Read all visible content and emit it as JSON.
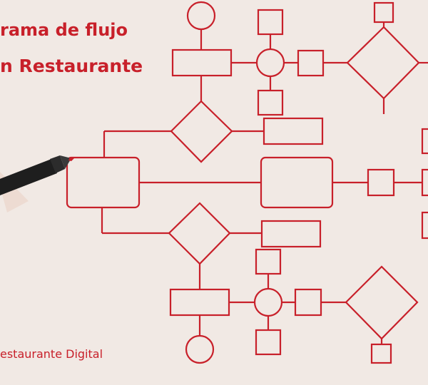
{
  "title_line1": "rama de flujo",
  "title_line2": "n Restaurante",
  "brand": "estaurante Digital",
  "colors": {
    "background": "#f1e9e4",
    "accent": "#c8202a",
    "marker_body": "#1e1e1e",
    "marker_tip": "#c8202a"
  },
  "diagram_shapes": [
    "circle",
    "rectangle",
    "square",
    "diamond",
    "rounded-rectangle"
  ]
}
